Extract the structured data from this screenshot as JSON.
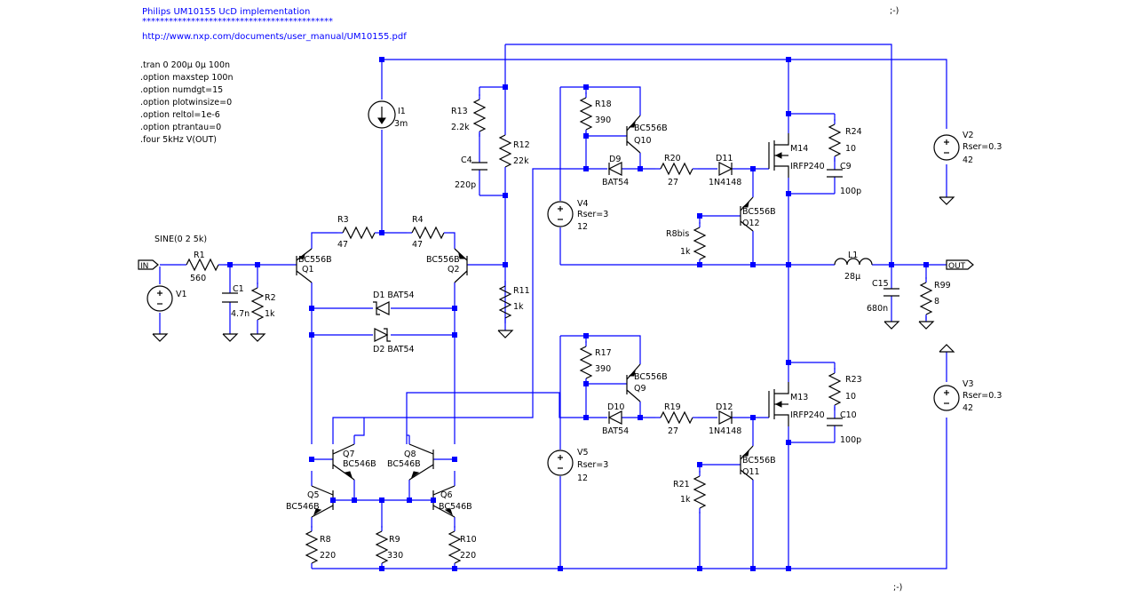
{
  "header": {
    "title": "Philips UM10155 UcD implementation",
    "stars": "*******************************************",
    "url": "http://www.nxp.com/documents/user_manual/UM10155.pdf"
  },
  "smileys": [
    ";-)",
    ";-)"
  ],
  "directives": [
    ".tran 0 200µ 0µ 100n",
    ".option maxstep 100n",
    ".option numdgt=15",
    ".option plotwinsize=0",
    ".option reltol=1e-6",
    ".option ptrantau=0",
    ".four 5kHz V(OUT)"
  ],
  "labels": {
    "in": "IN",
    "out": "OUT",
    "sine": "SINE(0 2 5k)",
    "V1": "V1",
    "R1": "R1",
    "R1v": "560",
    "C1": "C1",
    "C1v": "4.7n",
    "R2": "R2",
    "R2v": "1k",
    "Q1": "Q1",
    "Q1m": "BC556B",
    "Q2": "Q2",
    "Q2m": "BC556B",
    "R3": "R3",
    "R3v": "47",
    "R4": "R4",
    "R4v": "47",
    "I1": "I1",
    "I1v": "3m",
    "D1": "D1 BAT54",
    "D2": "D2 BAT54",
    "R13": "R13",
    "R13v": "2.2k",
    "C4": "C4",
    "C4v": "220p",
    "R12": "R12",
    "R12v": "22k",
    "R11": "R11",
    "R11v": "1k",
    "Q7": "Q7",
    "Q7m": "BC546B",
    "Q8": "Q8",
    "Q8m": "BC546B",
    "Q5": "Q5",
    "Q5m": "BC546B",
    "Q6": "Q6",
    "Q6m": "BC546B",
    "R8": "R8",
    "R8v": "220",
    "R9": "R9",
    "R9v": "330",
    "R10": "R10",
    "R10v": "220",
    "R18": "R18",
    "R18v": "390",
    "Q10": "Q10",
    "Q10m": "BC556B",
    "D9": "D9",
    "D9m": "BAT54",
    "R20": "R20",
    "R20v": "27",
    "D11": "D11",
    "D11m": "1N4148",
    "V4": "V4",
    "V4r": "Rser=3",
    "V4v": "12",
    "R8bis": "R8bis",
    "R8bisv": "1k",
    "Q12": "Q12",
    "Q12m": "BC556B",
    "M14": "M14",
    "M14m": "IRFP240",
    "R24": "R24",
    "R24v": "10",
    "C9": "C9",
    "C9v": "100p",
    "V2": "V2",
    "V2r": "Rser=0.3",
    "V2v": "42",
    "L1": "L1",
    "L1v": "28µ",
    "C15": "C15",
    "C15v": "680n",
    "R99": "R99",
    "R99v": "8",
    "R17": "R17",
    "R17v": "390",
    "Q9": "Q9",
    "Q9m": "BC556B",
    "D10": "D10",
    "D10m": "BAT54",
    "R19": "R19",
    "R19v": "27",
    "D12": "D12",
    "D12m": "1N4148",
    "V5": "V5",
    "V5r": "Rser=3",
    "V5v": "12",
    "R21": "R21",
    "R21v": "1k",
    "Q11": "Q11",
    "Q11m": "BC556B",
    "M13": "M13",
    "M13m": "IRFP240",
    "R23": "R23",
    "R23v": "10",
    "C10": "C10",
    "C10v": "100p",
    "V3": "V3",
    "V3r": "Rser=0.3",
    "V3v": "42"
  }
}
